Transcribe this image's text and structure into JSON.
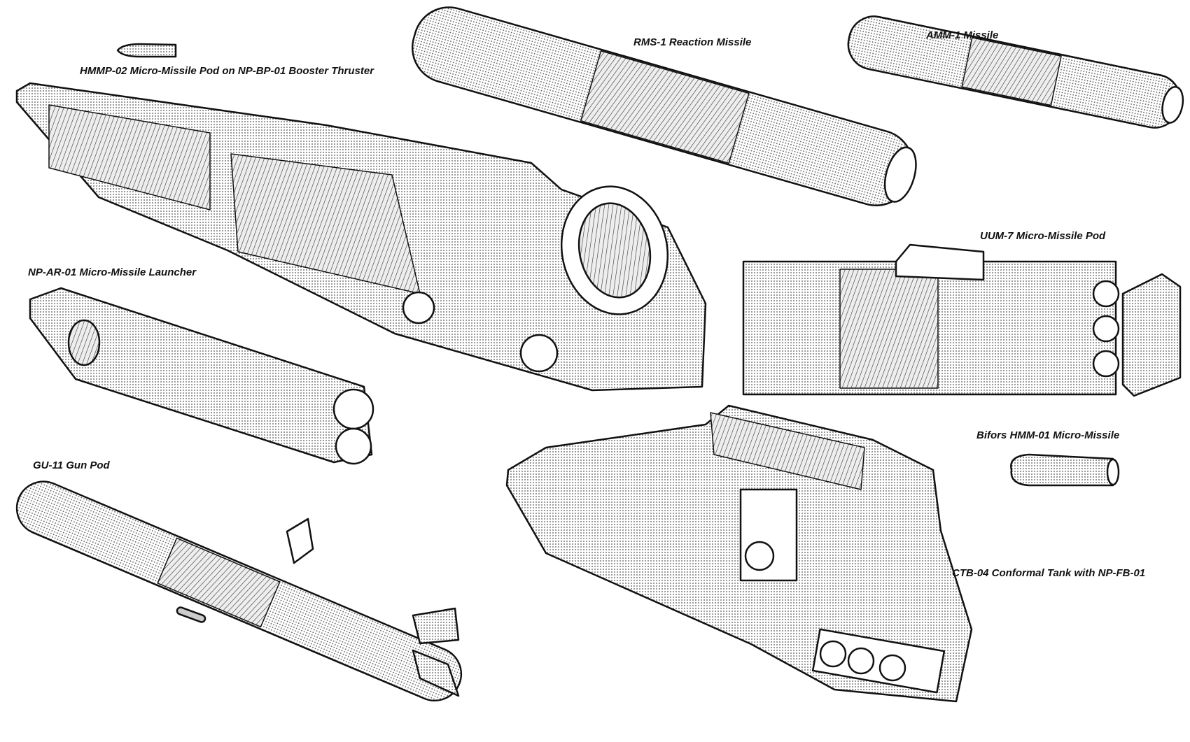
{
  "labels": {
    "hmmp": "HMMP-02 Micro-Missile Pod on NP-BP-01 Booster Thruster",
    "rms": "RMS-1 Reaction Missile",
    "amm": "AMM-1 Missile",
    "uum": "UUM-7 Micro-Missile Pod",
    "npar": "NP-AR-01 Micro-Missile Launcher",
    "gu11": "GU-11 Gun Pod",
    "bifors": "Bifors HMM-01 Micro-Missile",
    "ctb": "CTB-04 Conformal Tank with NP-FB-01"
  }
}
